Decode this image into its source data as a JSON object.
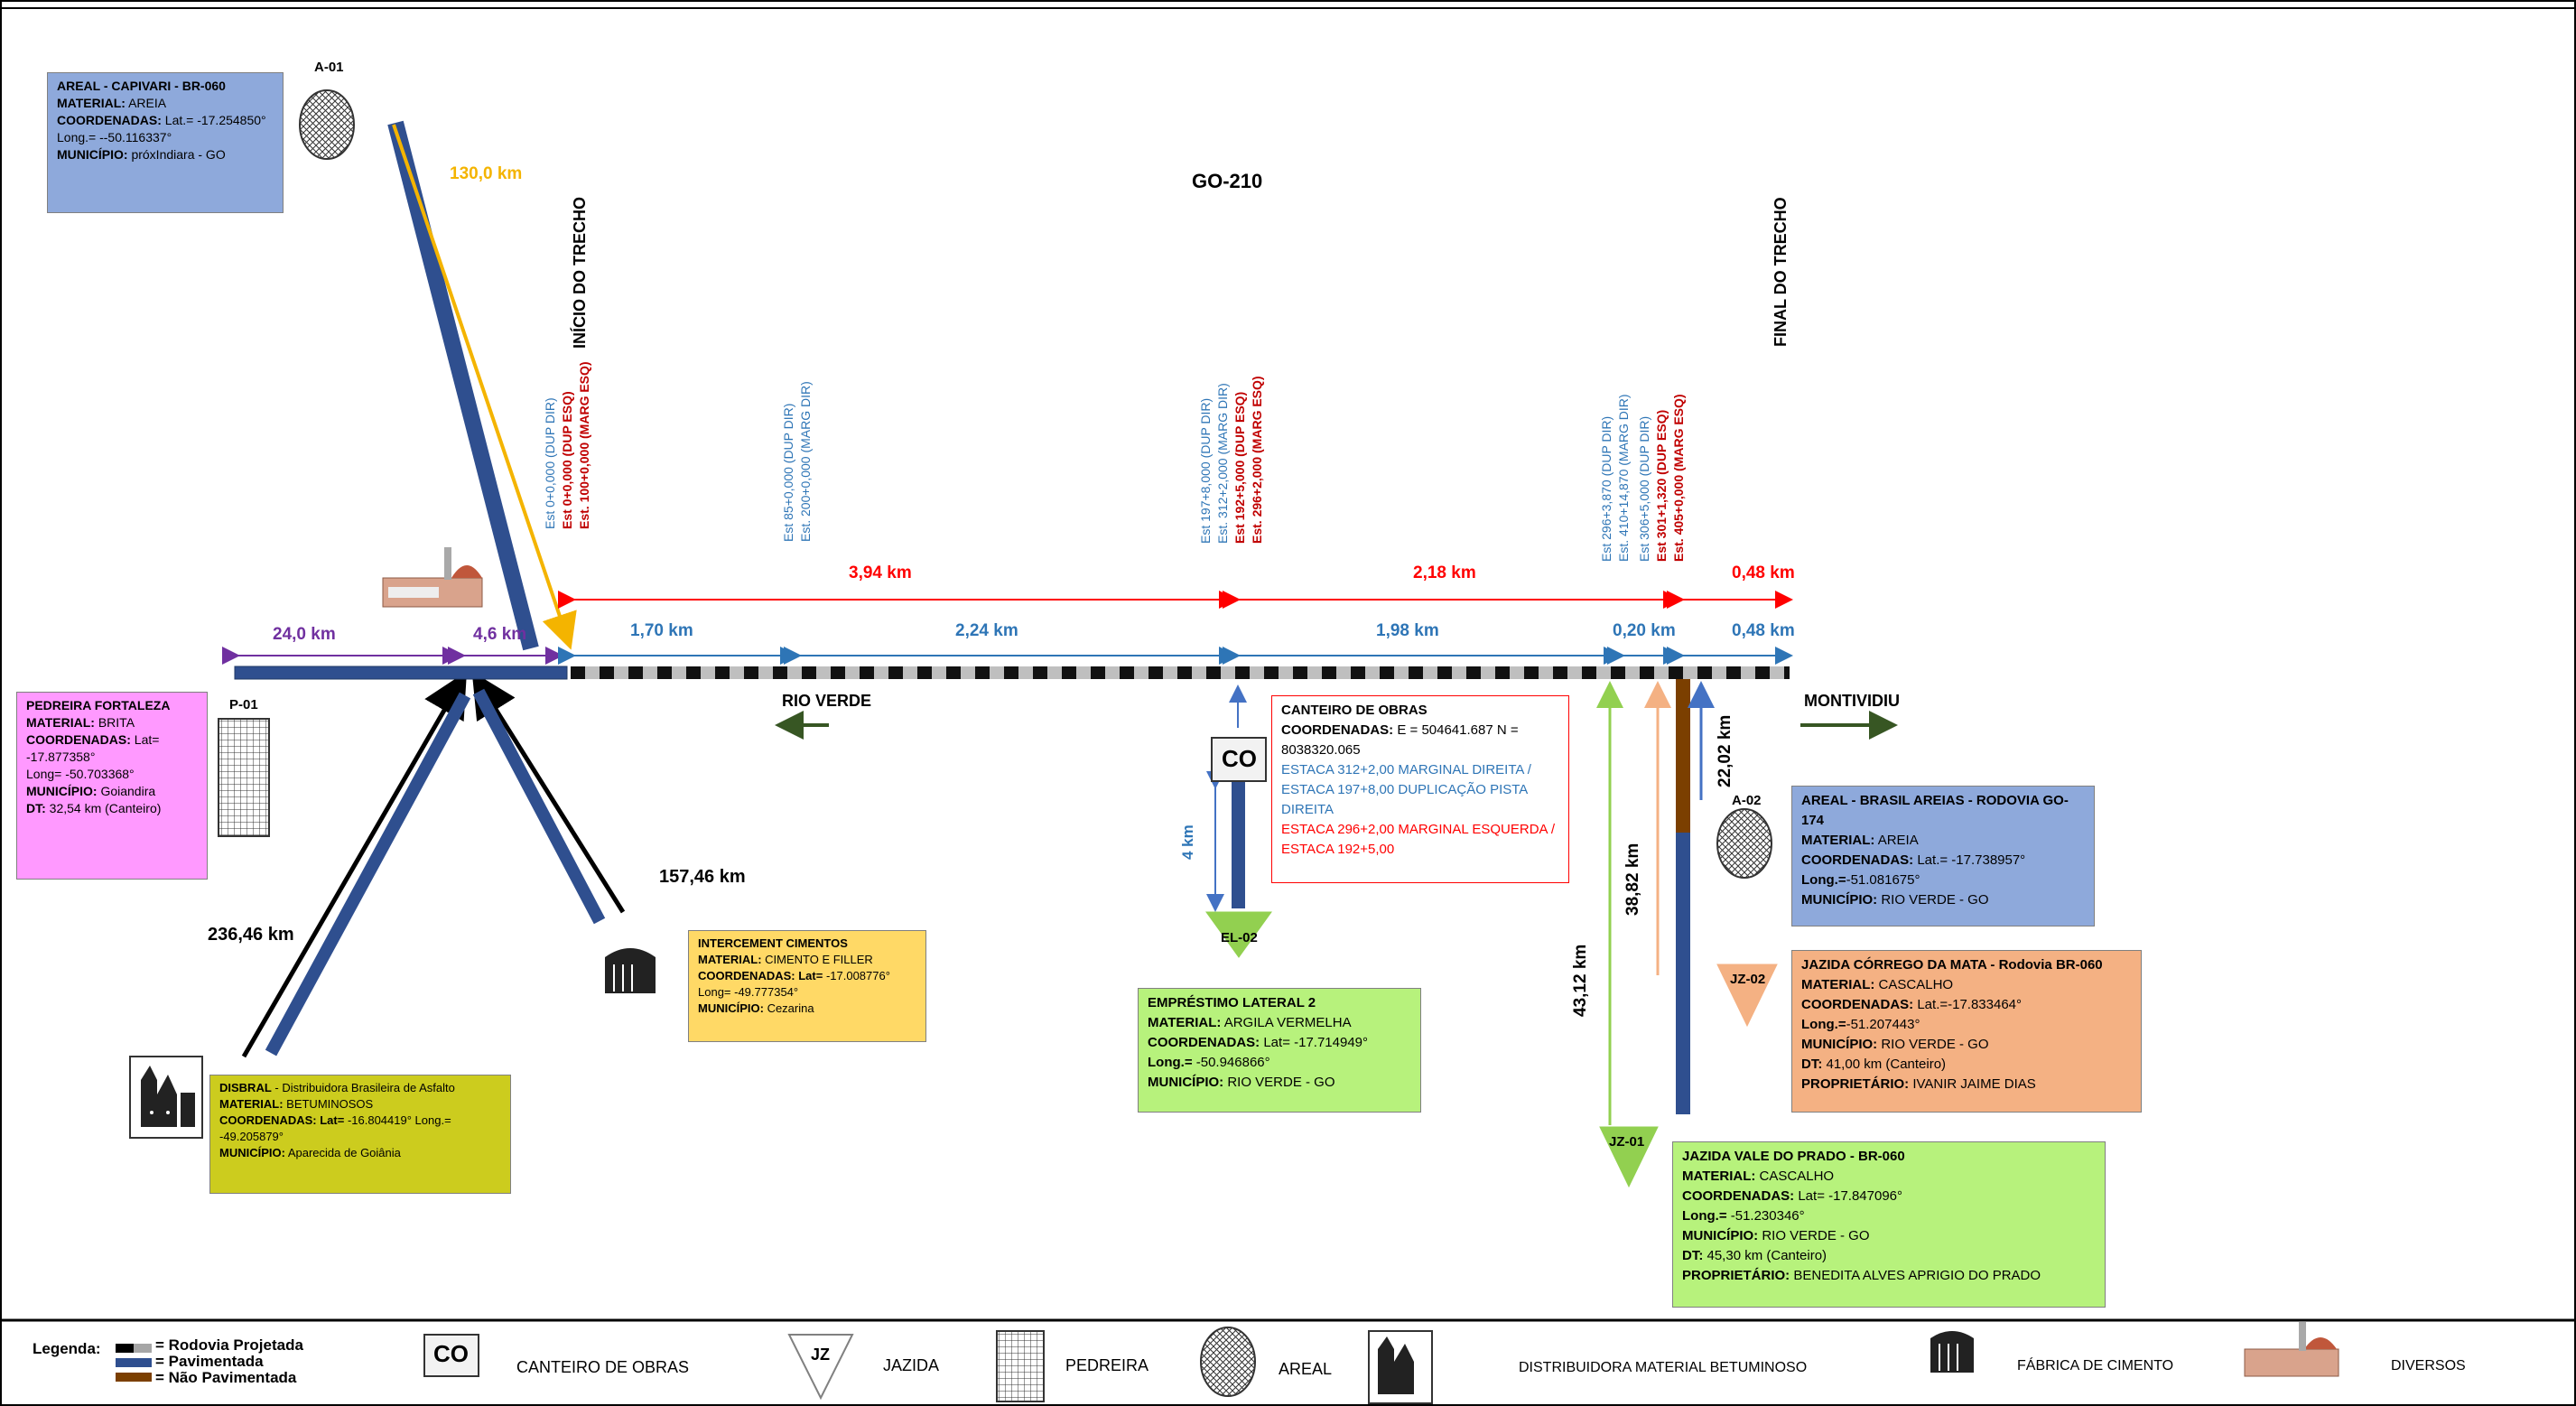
{
  "title": "GO-210",
  "inicio_trecho": "INÍCIO DO TRECHO",
  "final_trecho": "FINAL DO TRECHO",
  "stations": [
    {
      "lines": [
        {
          "text": "Est 0+0,000 (DUP DIR)",
          "color": "#2e75b6"
        },
        {
          "text": "Est 0+0,000 (DUP ESQ)",
          "color": "#c00000"
        },
        {
          "text": "Est. 100+0,000 (MARG ESQ)",
          "color": "#c00000"
        }
      ]
    },
    {
      "lines": [
        {
          "text": "Est 85+0,000 (DUP DIR)",
          "color": "#2e75b6"
        },
        {
          "text": "Est. 200+0,000 (MARG DIR)",
          "color": "#2e75b6"
        }
      ]
    },
    {
      "lines": [
        {
          "text": "Est 197+8,000 (DUP DIR)",
          "color": "#2e75b6"
        },
        {
          "text": "Est. 312+2,000 (MARG DIR)",
          "color": "#2e75b6"
        },
        {
          "text": "Est 192+5,000 (DUP ESQ)",
          "color": "#c00000"
        },
        {
          "text": "Est. 296+2,000 (MARG ESQ)",
          "color": "#c00000"
        }
      ]
    },
    {
      "lines": [
        {
          "text": "Est 296+3,870 (DUP DIR)",
          "color": "#2e75b6"
        },
        {
          "text": "Est. 410+14,870 (MARG DIR)",
          "color": "#2e75b6"
        },
        {
          "text": "Est 306+5,000 (DUP DIR)",
          "color": "#2e75b6"
        },
        {
          "text": "Est 301+1,320 (DUP ESQ)",
          "color": "#c00000"
        },
        {
          "text": "Est. 405+0,000 (MARG ESQ)",
          "color": "#c00000"
        }
      ]
    }
  ],
  "distances": {
    "red": [
      "3,94  km",
      "2,18  km",
      "0,48  km"
    ],
    "blue": [
      "1,70  km",
      "2,24  km",
      "1,98  km",
      "0,20  km",
      "0,48  km"
    ],
    "purple": [
      "24,0 km",
      "4,6 km"
    ],
    "a01": "130,0 km",
    "disbral": "236,46 km",
    "intercement": "157,46  km",
    "co": "4 km",
    "jz01": "43,12 km",
    "jz01b": "38,82 km",
    "a02": "22,02 km"
  },
  "directions": {
    "left": "RIO VERDE",
    "right": "MONTIVIDIU"
  },
  "symbol_labels": {
    "a01": "A-01",
    "p01": "P-01",
    "a02": "A-02",
    "jz02": "JZ-02",
    "jz01": "JZ-01",
    "el02": "EL-02",
    "co": "CO"
  },
  "boxes": {
    "areal_capivari": {
      "title": "AREAL - CAPIVARI - BR-060",
      "rows": [
        {
          "k": "MATERIAL:",
          "v": " AREIA"
        },
        {
          "k": "COORDENADAS:",
          "v": " Lat.= -17.254850°"
        },
        {
          "k": "",
          "v": "Long.= --50.116337°"
        },
        {
          "k": "MUNICÍPIO:",
          "v": " próxIndiara - GO"
        }
      ]
    },
    "pedreira": {
      "title": "PEDREIRA FORTALEZA",
      "rows": [
        {
          "k": "MATERIAL:",
          "v": " BRITA"
        },
        {
          "k": "COORDENADAS:",
          "v": " Lat= -17.877358°"
        },
        {
          "k": "",
          "v": "Long= -50.703368°"
        },
        {
          "k": "MUNICÍPIO:",
          "v": " Goiandira"
        },
        {
          "k": "DT:",
          "v": " 32,54 km (Canteiro)"
        }
      ]
    },
    "disbral": {
      "title": "DISBRAL",
      "title_rest": " - Distribuidora Brasileira de Asfalto",
      "rows": [
        {
          "k": "MATERIAL:",
          "v": " BETUMINOSOS"
        },
        {
          "k": "COORDENADAS: Lat=",
          "v": " -16.804419°          Long.= -49.205879°"
        },
        {
          "k": "MUNICÍPIO:",
          "v": "  Aparecida de Goiânia"
        }
      ]
    },
    "intercement": {
      "title": "INTERCEMENT CIMENTOS",
      "rows": [
        {
          "k": "MATERIAL:",
          "v": " CIMENTO E FILLER"
        },
        {
          "k": "COORDENADAS: Lat=",
          "v": " -17.008776°"
        },
        {
          "k": "",
          "v": "Long= -49.777354°"
        },
        {
          "k": "MUNICÍPIO:",
          "v": "  Cezarina"
        }
      ]
    },
    "canteiro": {
      "title": "CANTEIRO DE OBRAS",
      "rows": [
        {
          "k": "COORDENADAS:",
          "v": " E = 504641.687 N = 8038320.065"
        }
      ],
      "blue_text": "ESTACA 312+2,00 MARGINAL DIREITA / ESTACA 197+8,00 DUPLICAÇÃO PISTA DIREITA",
      "red_text": "ESTACA 296+2,00 MARGINAL ESQUERDA / ESTACA 192+5,00"
    },
    "emprestimo": {
      "title": "EMPRÉSTIMO LATERAL 2",
      "rows": [
        {
          "k": "MATERIAL:",
          "v": " ARGILA VERMELHA"
        },
        {
          "k": "COORDENADAS:",
          "v": " Lat= -17.714949°"
        },
        {
          "k": "Long.=",
          "v": " -50.946866°"
        },
        {
          "k": "MUNICÍPIO:",
          "v": " RIO VERDE - GO"
        }
      ]
    },
    "areal_brasil": {
      "title": "AREAL - BRASIL AREIAS - RODOVIA GO-174",
      "rows": [
        {
          "k": "MATERIAL:",
          "v": " AREIA"
        },
        {
          "k": "COORDENADAS:",
          "v": " Lat.= -17.738957°"
        },
        {
          "k": "Long.=",
          "v": "-51.081675°"
        },
        {
          "k": "MUNICÍPIO:",
          "v": " RIO VERDE - GO"
        }
      ]
    },
    "jazida_corrego": {
      "title": "JAZIDA CÓRREGO DA MATA - Rodovia BR-060",
      "rows": [
        {
          "k": "MATERIAL:",
          "v": " CASCALHO"
        },
        {
          "k": "COORDENADAS:",
          "v": " Lat.=-17.833464°"
        },
        {
          "k": "Long.=",
          "v": "-51.207443°"
        },
        {
          "k": "MUNICÍPIO:",
          "v": " RIO VERDE - GO"
        },
        {
          "k": "DT:",
          "v": " 41,00 km (Canteiro)"
        },
        {
          "k": "PROPRIETÁRIO:",
          "v": " IVANIR JAIME DIAS"
        }
      ]
    },
    "jazida_vale": {
      "title": "JAZIDA VALE DO PRADO - BR-060",
      "rows": [
        {
          "k": "MATERIAL:",
          "v": " CASCALHO"
        },
        {
          "k": "COORDENADAS:",
          "v": " Lat= -17.847096°"
        },
        {
          "k": "Long.=",
          "v": " -51.230346°"
        },
        {
          "k": "MUNICÍPIO:",
          "v": " RIO VERDE - GO"
        },
        {
          "k": "DT:",
          "v": " 45,30 km (Canteiro)"
        },
        {
          "k": "PROPRIETÁRIO:",
          "v": " BENEDITA ALVES APRIGIO DO PRADO"
        }
      ]
    }
  },
  "legend": {
    "title": "Legenda:",
    "items": [
      "= Rodovia Projetada",
      "= Pavimentada",
      "= Não Pavimentada"
    ],
    "co": "CO",
    "canteiro": "CANTEIRO DE OBRAS",
    "jz": "JZ",
    "jazida": "JAZIDA",
    "pedreira": "PEDREIRA",
    "areal": "AREAL",
    "distribuidora": "DISTRIBUIDORA MATERIAL BETUMINOSO",
    "fabrica": "FÁBRICA DE CIMENTO",
    "diversos": "DIVERSOS"
  },
  "colors": {
    "red": "#ff0000",
    "blue_dim": "#2e75b6",
    "purple": "#7030a0",
    "navy": "#2f4f8f",
    "yellow_line": "#f4b400",
    "green_line": "#92d050",
    "orange_line": "#f4b183",
    "dark_green": "#375623",
    "brown": "#7b3f00"
  }
}
